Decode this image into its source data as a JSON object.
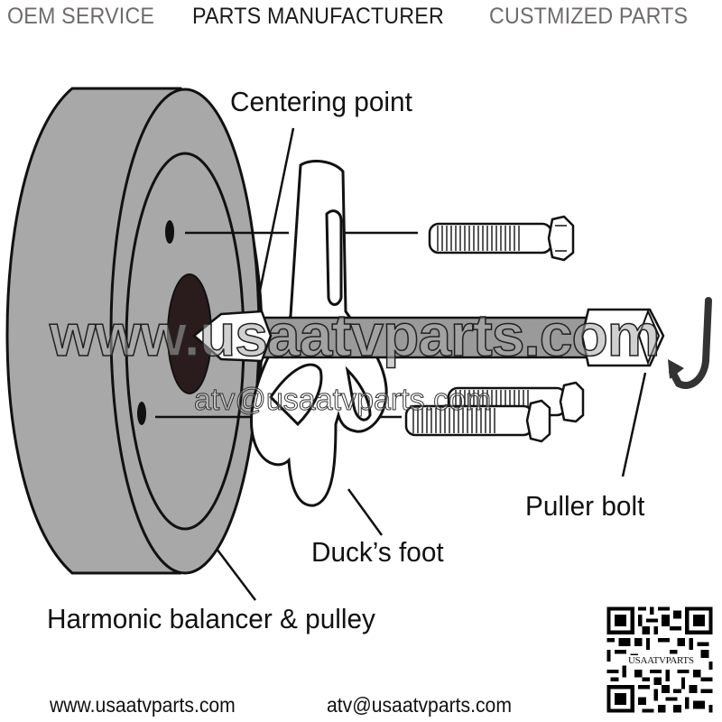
{
  "header": {
    "items": [
      {
        "label": "OEM SERVICE",
        "color": "#6f6a6b"
      },
      {
        "label": "PARTS MANUFACTURER",
        "color": "#1b1b1b"
      },
      {
        "label": "CUSTMIZED PARTS",
        "color": "#6f6a6b"
      }
    ]
  },
  "diagram": {
    "labels": {
      "centering_point": "Centering point",
      "pullers_bolt": "Puller bolt",
      "ducks_foot": "Duck’s foot",
      "harmonic_balancer": "Harmonic balancer & pulley"
    },
    "icons": [
      "rotation-arrow-icon",
      "hex-bolt-icon",
      "pulley-icon",
      "ducks-foot-icon"
    ],
    "colors": {
      "pulley_fill": "#a8a8a8",
      "hub_fill": "#2a1c1c",
      "outline": "#111111"
    }
  },
  "watermark": {
    "primary": "www.usaatvparts.com",
    "secondary": "atv@usaatvparts.com"
  },
  "footer": {
    "website": "www.usaatvparts.com",
    "email": "atv@usaatvparts.com"
  },
  "qr": {
    "label": "USAATVPARTS"
  }
}
